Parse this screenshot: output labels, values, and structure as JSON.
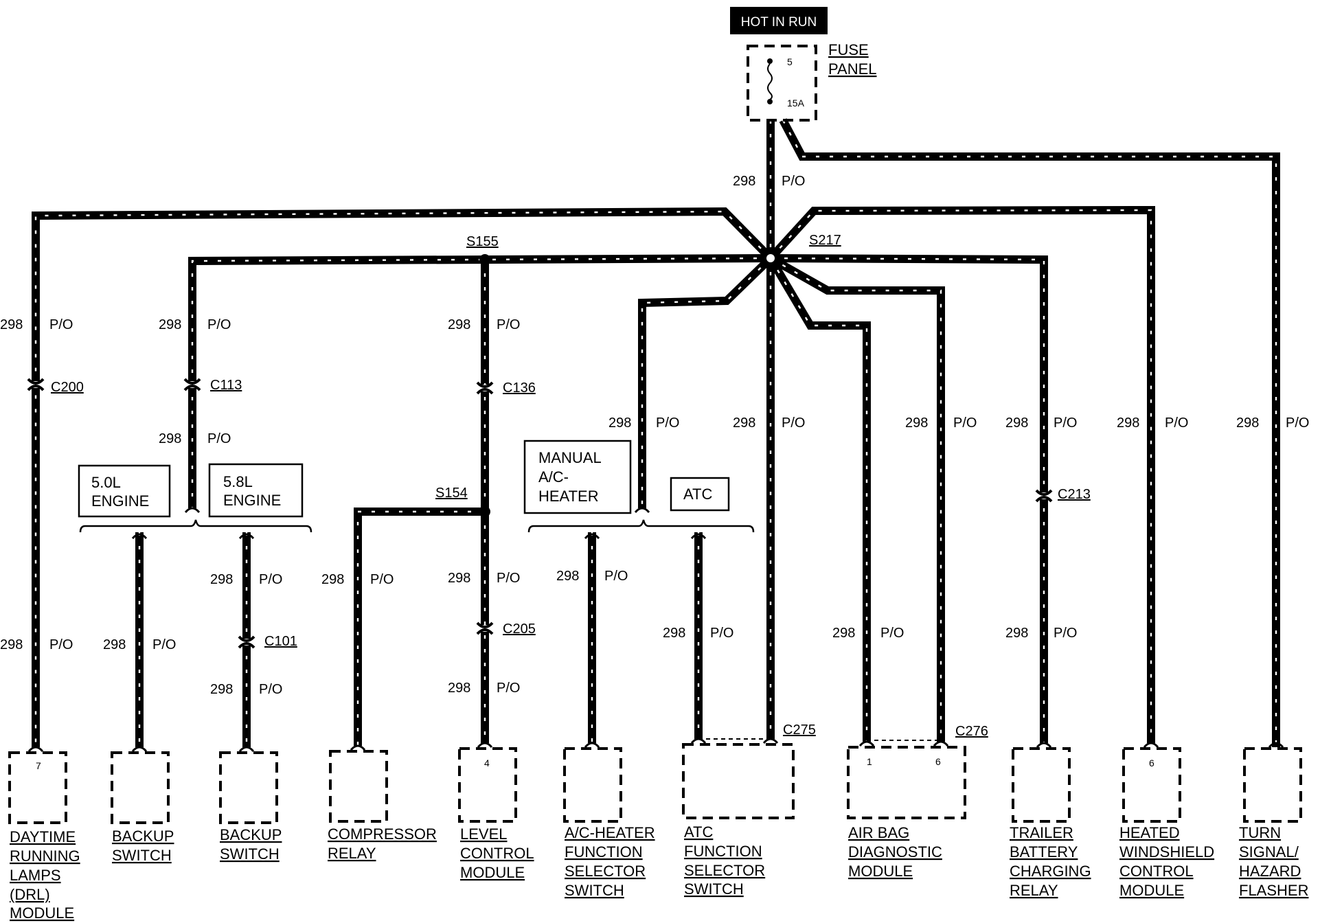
{
  "header": {
    "power_label": "HOT IN RUN",
    "fuse_panel": [
      "FUSE",
      "PANEL"
    ],
    "fuse_number": "5",
    "fuse_rating": "15A"
  },
  "wire": {
    "circuit": "298",
    "color": "P/O"
  },
  "splices": {
    "s217": "S217",
    "s155": "S155",
    "s154": "S154"
  },
  "connectors": {
    "c200": "C200",
    "c113": "C113",
    "c136": "C136",
    "c101": "C101",
    "c205": "C205",
    "c213": "C213",
    "c275": "C275",
    "c276": "C276"
  },
  "options": {
    "engine_50": [
      "5.0L",
      "ENGINE"
    ],
    "engine_58": [
      "5.8L",
      "ENGINE"
    ],
    "manual_ac": [
      "MANUAL",
      "A/C-",
      "HEATER"
    ],
    "atc": "ATC"
  },
  "components": [
    {
      "id": "drl",
      "lines": [
        "DAYTIME",
        "RUNNING",
        "LAMPS",
        "(DRL)",
        "MODULE"
      ],
      "pins": [
        "7"
      ]
    },
    {
      "id": "backup_50",
      "lines": [
        "BACKUP",
        "SWITCH"
      ],
      "pins": []
    },
    {
      "id": "backup_58",
      "lines": [
        "BACKUP",
        "SWITCH"
      ],
      "pins": []
    },
    {
      "id": "compressor",
      "lines": [
        "COMPRESSOR",
        "RELAY"
      ],
      "pins": []
    },
    {
      "id": "level",
      "lines": [
        "LEVEL",
        "CONTROL",
        "MODULE"
      ],
      "pins": [
        "4"
      ]
    },
    {
      "id": "ac_heater",
      "lines": [
        "A/C-HEATER",
        "FUNCTION",
        "SELECTOR",
        "SWITCH"
      ],
      "pins": []
    },
    {
      "id": "atc_switch",
      "lines": [
        "ATC",
        "FUNCTION",
        "SELECTOR",
        "SWITCH"
      ],
      "pins": []
    },
    {
      "id": "airbag",
      "lines": [
        "AIR BAG",
        "DIAGNOSTIC",
        "MODULE"
      ],
      "pins": [
        "1",
        "6"
      ]
    },
    {
      "id": "trailer",
      "lines": [
        "TRAILER",
        "BATTERY",
        "CHARGING",
        "RELAY"
      ],
      "pins": []
    },
    {
      "id": "hwcm",
      "lines": [
        "HEATED",
        "WINDSHIELD",
        "CONTROL",
        "MODULE"
      ],
      "pins": [
        "6"
      ]
    },
    {
      "id": "turn",
      "lines": [
        "TURN",
        "SIGNAL/",
        "HAZARD",
        "FLASHER"
      ],
      "pins": []
    }
  ]
}
